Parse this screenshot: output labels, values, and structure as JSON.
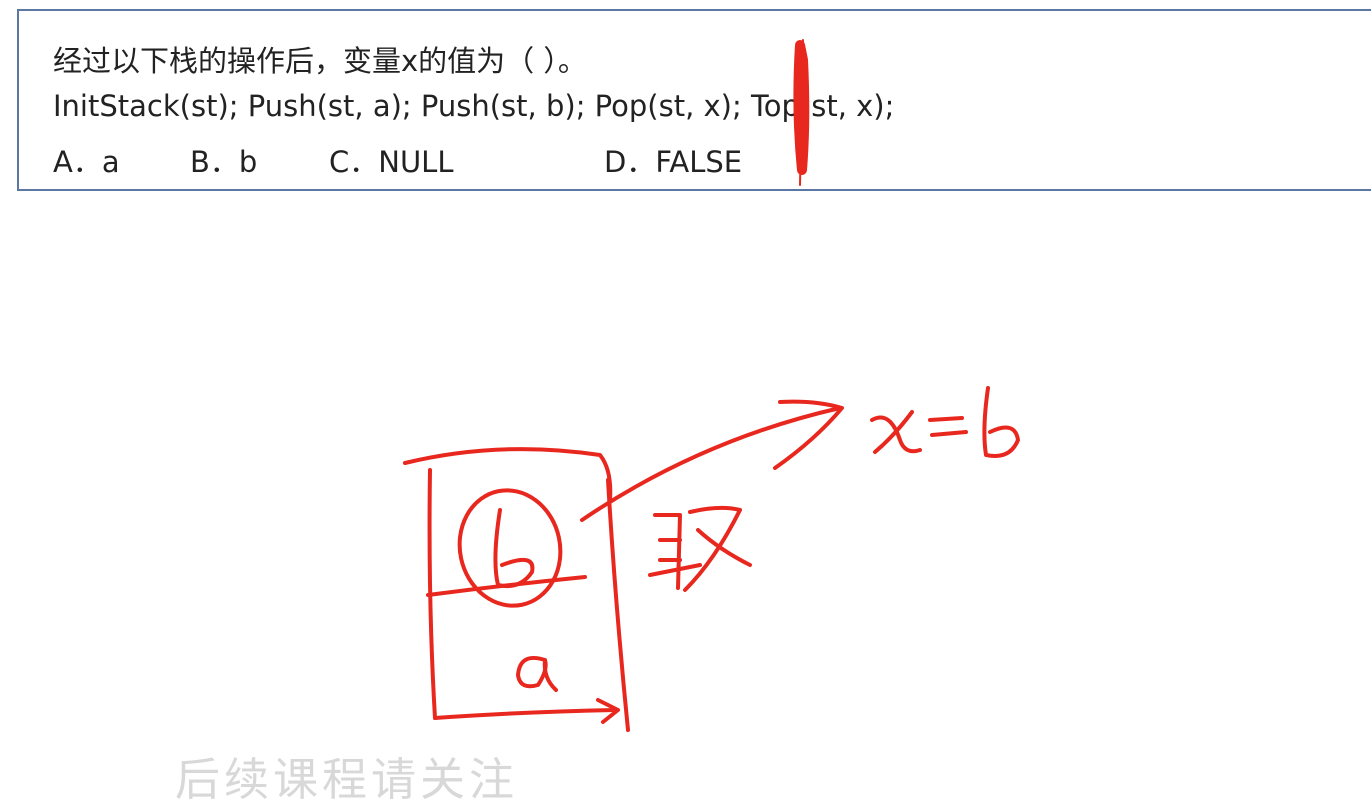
{
  "question": {
    "line1": "经过以下栈的操作后，变量x的值为（          ）。",
    "line2": "InitStack(st); Push(st, a); Push(st, b); Pop(st, x); Top(st, x);",
    "options": {
      "a": "A．a",
      "b": "B．b",
      "c": "C．NULL",
      "d": "D．FALSE"
    }
  },
  "annotation": {
    "stack_top_item": "b",
    "stack_bottom_item": "a",
    "pop_label": "取",
    "result": "x=b",
    "ink_color": "#e8281f"
  },
  "watermark": {
    "text": "后续课程请关注"
  }
}
